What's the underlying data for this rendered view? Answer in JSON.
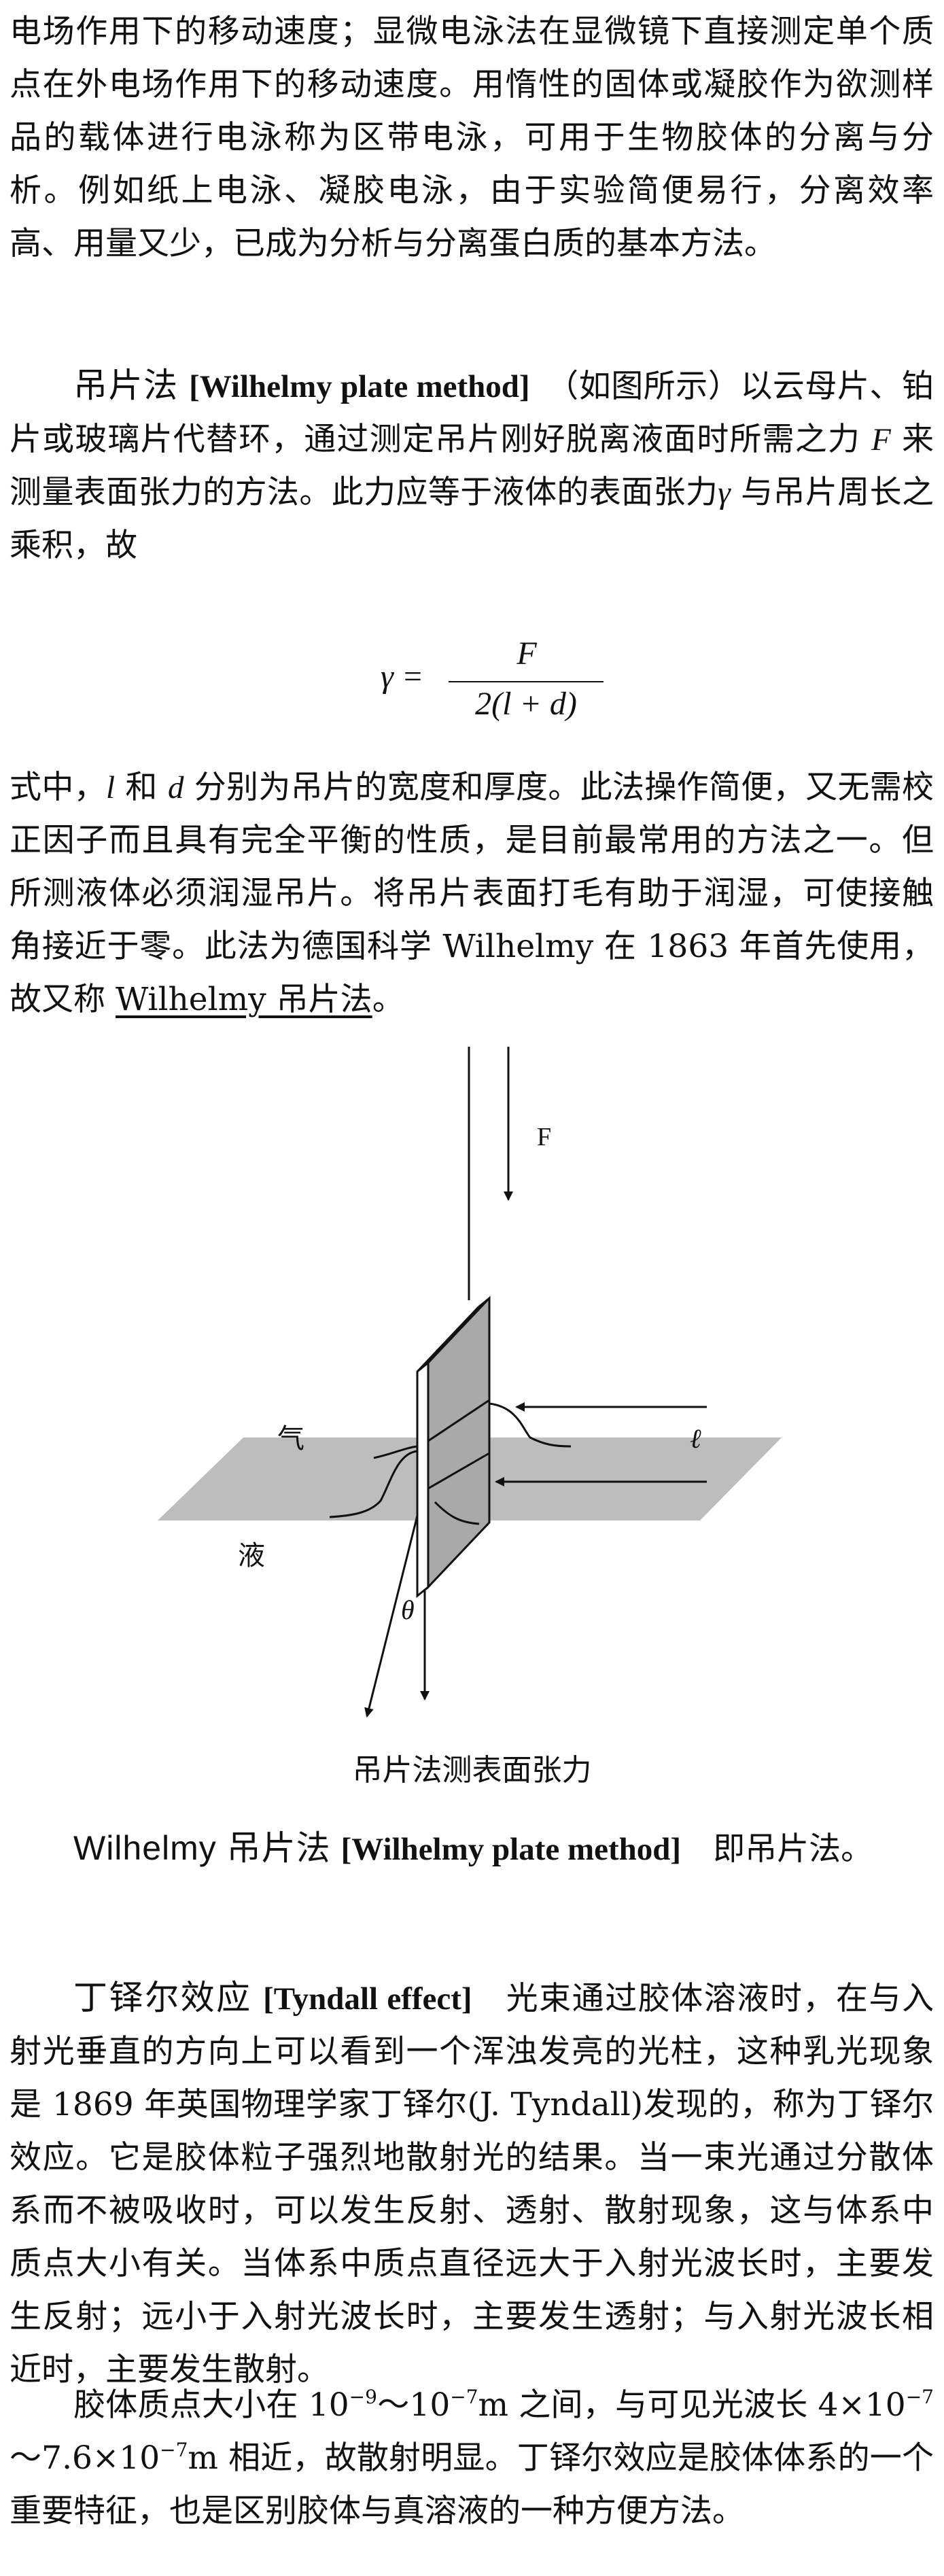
{
  "p1": "电场作用下的移动速度；显微电泳法在显微镜下直接测定单个质点在外电场作用下的移动速度。用惰性的固体或凝胶作为欲测样品的载体进行电泳称为区带电泳，可用于生物胶体的分离与分析。例如纸上电泳、凝胶电泳，由于实验简便易行，分离效率高、用量又少，已成为分析与分离蛋白质的基本方法。",
  "entry1": {
    "term": "吊片法",
    "english": "[Wilhelmy plate method]",
    "t1": "　（如图所示）以云母片、铂片或玻璃片代替环，通过测定吊片刚好脱离液面时所需之力 ",
    "F": "F",
    "t2": " 来测量表面张力的方法。此力应等于液体的表面张力",
    "gamma": "γ",
    "t3": " 与吊片周长之乘积，故"
  },
  "formula": {
    "lhs": "γ =",
    "numerator": "F",
    "denominator": "2(l + d)"
  },
  "p2": {
    "t1": "式中，",
    "l": "l",
    "t2": " 和 ",
    "d": "d",
    "t3": " 分别为吊片的宽度和厚度。此法操作简便，又无需校正因子而且具有完全平衡的性质，是目前最常用的方法之一。但所测液体必须润湿吊片。将吊片表面打毛有助于润湿，可使接触角接近于零。此法为德国科学 Wilhelmy 在 1863 年首先使用，故又称 ",
    "link": "Wilhelmy 吊片法",
    "t4": "。"
  },
  "figure": {
    "label_F": "F",
    "label_gas": "气",
    "label_liquid": "液",
    "label_l": "ℓ",
    "label_theta": "θ",
    "caption": "吊片法测表面张力"
  },
  "entry2": {
    "term": "Wilhelmy 吊片法",
    "english": "[Wilhelmy plate method]",
    "text": "　即吊片法。"
  },
  "entry3": {
    "term": "丁铎尔效应",
    "english": "[Tyndall effect]",
    "text": "　光束通过胶体溶液时，在与入射光垂直的方向上可以看到一个浑浊发亮的光柱，这种乳光现象是 1869 年英国物理学家丁铎尔(J. Tyndall)发现的，称为丁铎尔效应。它是胶体粒子强烈地散射光的结果。当一束光通过分散体系而不被吸收时，可以发生反射、透射、散射现象，这与体系中质点大小有关。当体系中质点直径远大于入射光波长时，主要发生反射；远小于入射光波长时，主要发生透射；与入射光波长相近时，主要发生散射。"
  },
  "p3": {
    "t1": "胶体质点大小在 10",
    "e1": "−9",
    "t2": "～10",
    "e2": "−7",
    "t3": "m 之间，与可见光波长 4×10",
    "e3": "−7",
    "t4": "～7.6×10",
    "e4": "−7",
    "t5": "m 相近，故散射明显。丁铎尔效应是胶体体系的一个重要特征，也是区别胶体与真溶液的一种方便方法。"
  }
}
